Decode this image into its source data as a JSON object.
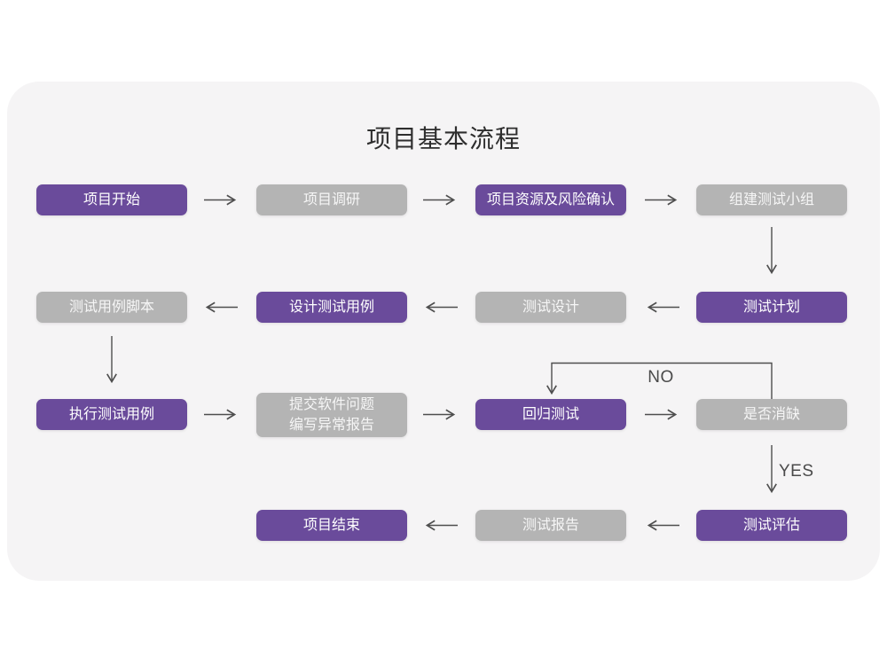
{
  "title": "项目基本流程",
  "flow": {
    "nodes": [
      {
        "id": "project-start",
        "label": "项目开始",
        "variant": "purple"
      },
      {
        "id": "project-research",
        "label": "项目调研",
        "variant": "gray"
      },
      {
        "id": "project-resources-risk",
        "label": "项目资源及风险确认",
        "variant": "purple"
      },
      {
        "id": "build-test-team",
        "label": "组建测试小组",
        "variant": "gray"
      },
      {
        "id": "test-case-script",
        "label": "测试用例脚本",
        "variant": "gray"
      },
      {
        "id": "design-test-case",
        "label": "设计测试用例",
        "variant": "purple"
      },
      {
        "id": "test-design",
        "label": "测试设计",
        "variant": "gray"
      },
      {
        "id": "test-plan",
        "label": "测试计划",
        "variant": "purple"
      },
      {
        "id": "execute-test-case",
        "label": "执行测试用例",
        "variant": "purple"
      },
      {
        "id": "submit-issue-report",
        "label": "提交软件问题\n编写异常报告",
        "variant": "gray"
      },
      {
        "id": "regression-test",
        "label": "回归测试",
        "variant": "purple"
      },
      {
        "id": "defect-cleared",
        "label": "是否消缺",
        "variant": "gray"
      },
      {
        "id": "project-end",
        "label": "项目结束",
        "variant": "purple"
      },
      {
        "id": "test-report",
        "label": "测试报告",
        "variant": "gray"
      },
      {
        "id": "test-evaluation",
        "label": "测试评估",
        "variant": "purple"
      }
    ],
    "edge_labels": {
      "no": "NO",
      "yes": "YES"
    }
  },
  "colors": {
    "purple": "#6a4b9b",
    "gray": "#b4b4b4",
    "card_bg": "#f5f4f5",
    "arrow": "#4e4e4e",
    "title_text": "#2e2e2e"
  }
}
